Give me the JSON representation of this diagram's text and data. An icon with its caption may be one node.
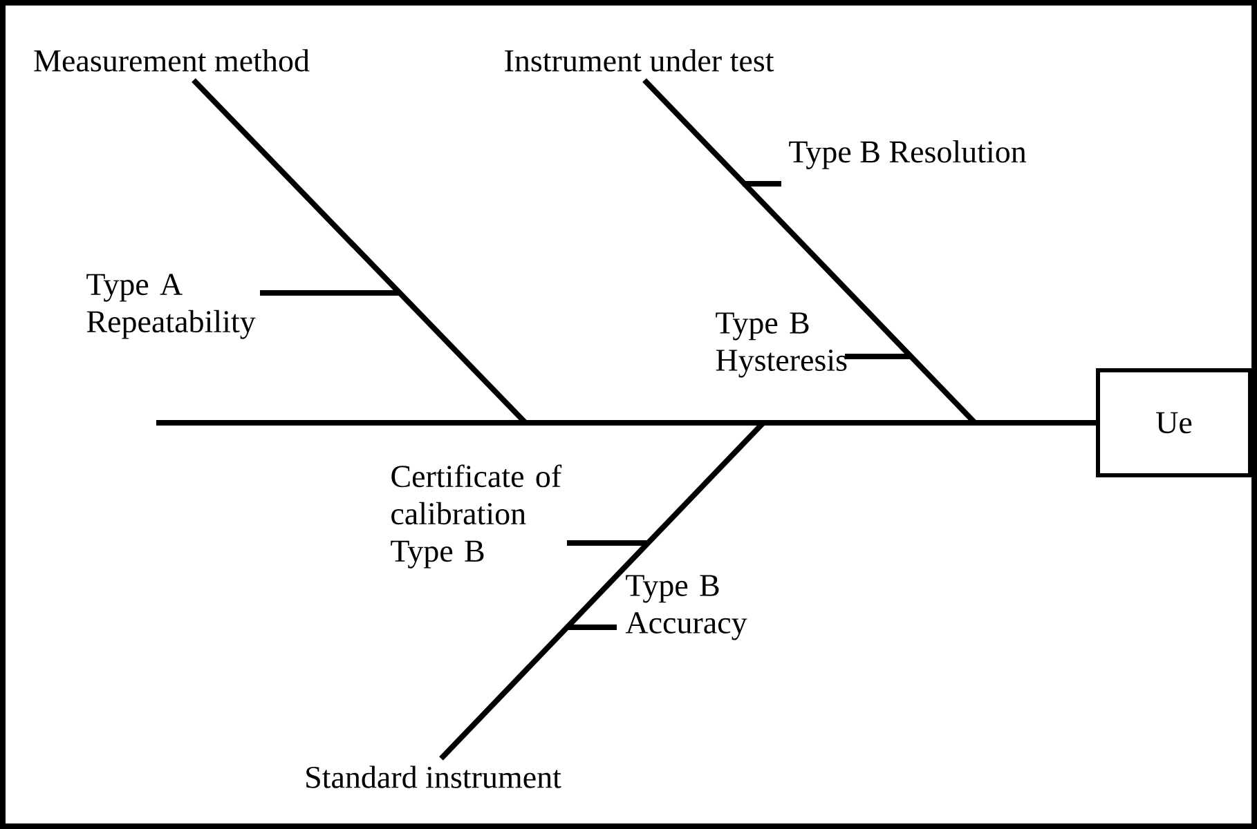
{
  "diagram": {
    "nodes": [
      {
        "text": [
          "Measurement method"
        ]
      },
      {
        "text": [
          "Instrument under test"
        ]
      },
      {
        "text": [
          "Type B Resolution"
        ]
      },
      {
        "text": [
          "Type A Repeatability"
        ]
      },
      {
        "text": [
          "Type B Hysteresis"
        ]
      },
      {
        "text": [
          "Ue"
        ]
      },
      {
        "text": [
          "Certificate of calibration Type B"
        ]
      },
      {
        "text": [
          "Type B Accuracy"
        ]
      },
      {
        "text": [
          "Standard instrument"
        ]
      }
    ],
    "edges": [
      {
        "from": null,
        "to": 5,
        "arrow": "none"
      },
      {
        "from": 0,
        "to": null,
        "arrow": "none"
      },
      {
        "from": 1,
        "to": null,
        "arrow": "none"
      },
      {
        "from": 8,
        "to": null,
        "arrow": "none"
      },
      {
        "from": 2,
        "to": null,
        "arrow": "none"
      },
      {
        "from": 3,
        "to": null,
        "arrow": "none"
      },
      {
        "from": 4,
        "to": null,
        "arrow": "none"
      },
      {
        "from": 6,
        "to": null,
        "arrow": "none"
      },
      {
        "from": 7,
        "to": null,
        "arrow": "none"
      }
    ]
  }
}
